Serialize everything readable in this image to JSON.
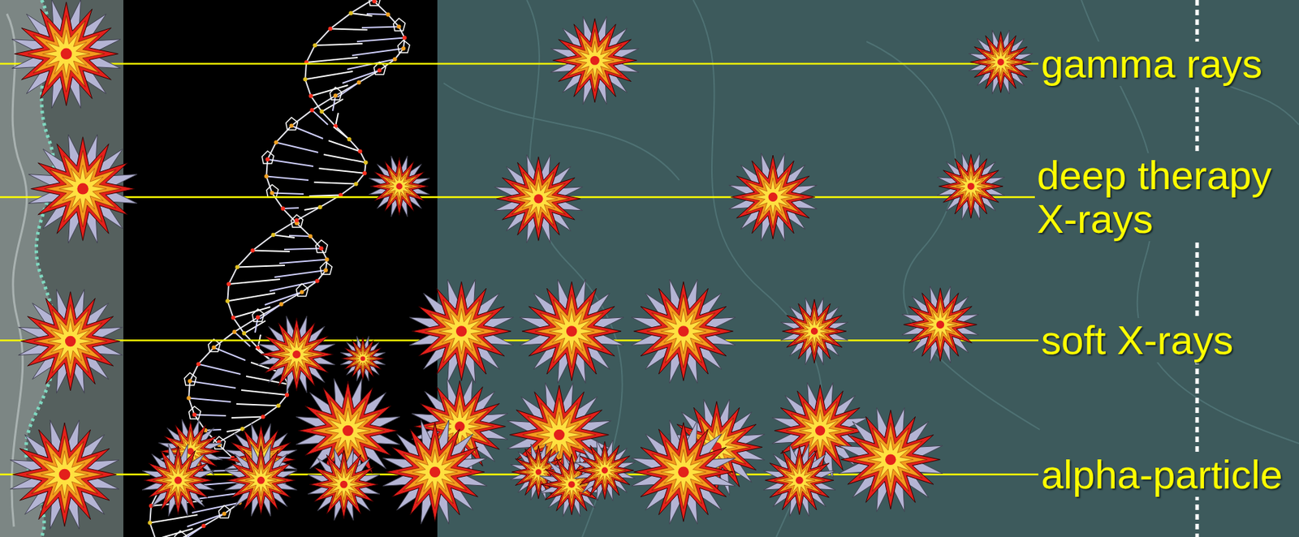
{
  "diagram": {
    "labels": [
      "gamma rays",
      "deep therapy X-rays",
      "soft X-rays",
      "alpha-particle"
    ]
  }
}
